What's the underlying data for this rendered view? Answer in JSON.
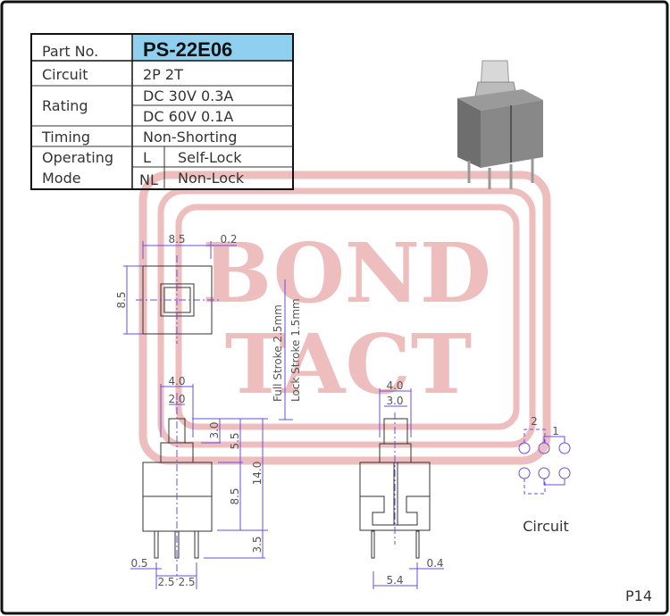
{
  "spec_table": {
    "part_no_label": "Part No.",
    "part_no": "PS-22E06",
    "circuit_label": "Circuit",
    "circuit_value": "2P 2T",
    "rating_label": "Rating",
    "rating_values": [
      "DC 30V 0.3A",
      "DC 60V 0.1A"
    ],
    "timing_label": "Timing",
    "timing_value": "Non-Shorting",
    "mode_label_1": "Operating",
    "mode_label_2": "Mode",
    "modes": [
      {
        "code": "L",
        "name": "Self-Lock"
      },
      {
        "code": "NL",
        "name": "Non-Lock"
      }
    ]
  },
  "watermark": {
    "line1": "BOND",
    "line2": "TACT"
  },
  "dimensions": {
    "top_width": "8.5",
    "top_offset": "0.2",
    "top_height": "8.5",
    "full_stroke": "Full Stroke 2.5mm",
    "lock_stroke": "Lock Stroke 1.5mm",
    "front_btn_base": "4.0",
    "front_btn_top": "2.0",
    "front_btn_height": "3.0",
    "front_btn_total": "5.5",
    "front_body": "8.5",
    "front_total": "14.0",
    "front_pin_len": "3.5",
    "front_pin_w": "0.5",
    "front_pitch_1": "2.5",
    "front_pitch_2": "2.5",
    "side_btn_base": "4.0",
    "side_btn_top": "3.0",
    "side_pin_w": "0.4",
    "side_pitch": "5.4"
  },
  "circuit_diagram": {
    "pole_2": "2",
    "pole_1": "1",
    "caption": "Circuit"
  },
  "page_number": "P14",
  "colors": {
    "header_blue": "#8fd0f0",
    "dimension": "#6a4ee0",
    "watermark": "#e8a8a8"
  }
}
